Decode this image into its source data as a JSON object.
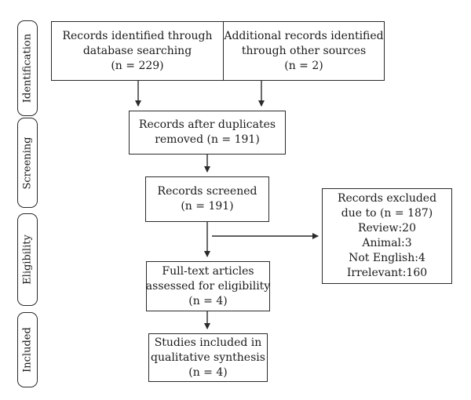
{
  "stages": [
    {
      "key": "identification",
      "label": "Identification"
    },
    {
      "key": "screening",
      "label": "Screening"
    },
    {
      "key": "eligibility",
      "label": "Eligibility"
    },
    {
      "key": "included",
      "label": "Included"
    }
  ],
  "boxes": {
    "database": {
      "lines": [
        "Records identified through",
        "database searching",
        "(n = 229)"
      ]
    },
    "other_sources": {
      "lines": [
        "Additional records identified",
        "through other sources",
        "(n = 2)"
      ]
    },
    "duplicates_removed": {
      "lines": [
        "Records after duplicates",
        "removed (n = 191)"
      ]
    },
    "screened": {
      "lines": [
        "Records screened",
        "(n = 191)"
      ]
    },
    "excluded": {
      "lines": [
        "Records excluded",
        "due to (n = 187)",
        "Review:20",
        "Animal:3",
        "Not English:4",
        "Irrelevant:160"
      ]
    },
    "full_text": {
      "lines": [
        "Full-text articles",
        "assessed for eligibility",
        "(n = 4)"
      ]
    },
    "included": {
      "lines": [
        "Studies included in",
        "qualitative synthesis",
        "(n = 4)"
      ]
    }
  }
}
